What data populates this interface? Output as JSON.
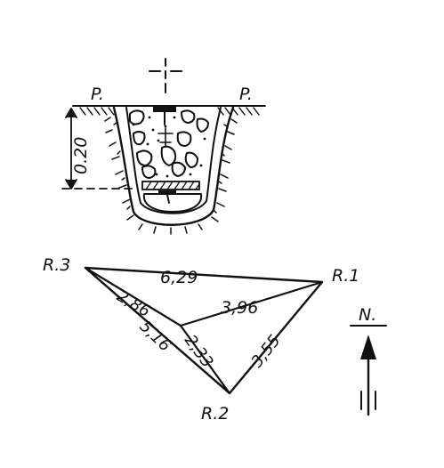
{
  "section": {
    "marker_left": "P.",
    "marker_right": "P.",
    "depth_label": "0.20"
  },
  "survey": {
    "stations": {
      "r3": "R.3",
      "r1": "R.1",
      "r2": "R.2"
    },
    "distances": {
      "r3_r1": "6,29",
      "r1_center": "3,96",
      "r3_center": "2,86",
      "r3_r2": "5,16",
      "center_r2": "2,33",
      "r1_r2": "3,55"
    }
  },
  "north": {
    "label": "N."
  }
}
